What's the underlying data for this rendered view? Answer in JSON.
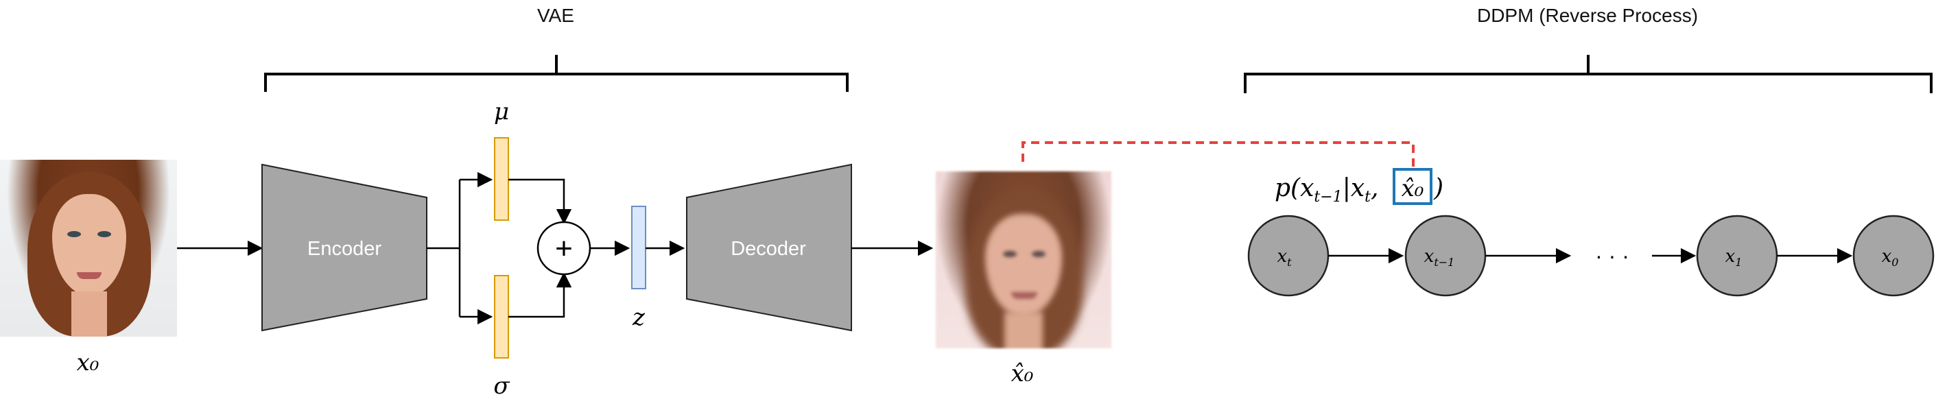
{
  "sections": {
    "vae_label": "VAE",
    "ddpm_label": "DDPM (Reverse Process)"
  },
  "vae": {
    "input_label": "x₀",
    "encoder_label": "Encoder",
    "decoder_label": "Decoder",
    "mu_label": "μ",
    "sigma_label": "σ",
    "plus_symbol": "+",
    "z_label": "z",
    "output_label": "x̂₀"
  },
  "ddpm": {
    "conditional": {
      "prefix": "p(x",
      "sub1": "t−1",
      "mid": "|x",
      "sub2": "t",
      "comma": ",",
      "boxed": "x̂₀",
      "suffix": ")"
    },
    "nodes": [
      {
        "label": "x",
        "sub": "t"
      },
      {
        "label": "x",
        "sub": "t−1"
      },
      {
        "label": "x",
        "sub": "1"
      },
      {
        "label": "x",
        "sub": "0"
      }
    ],
    "ellipsis": "· · ·"
  },
  "colors": {
    "block_gray": "#a6a6a6",
    "mu_sigma_fill": "#ffe6b3",
    "mu_sigma_stroke": "#d79b00",
    "z_fill": "#dae8fc",
    "z_stroke": "#6c8ebf",
    "dashed_red": "#e8413d",
    "box_blue": "#1f78b4",
    "line": "#000000"
  }
}
